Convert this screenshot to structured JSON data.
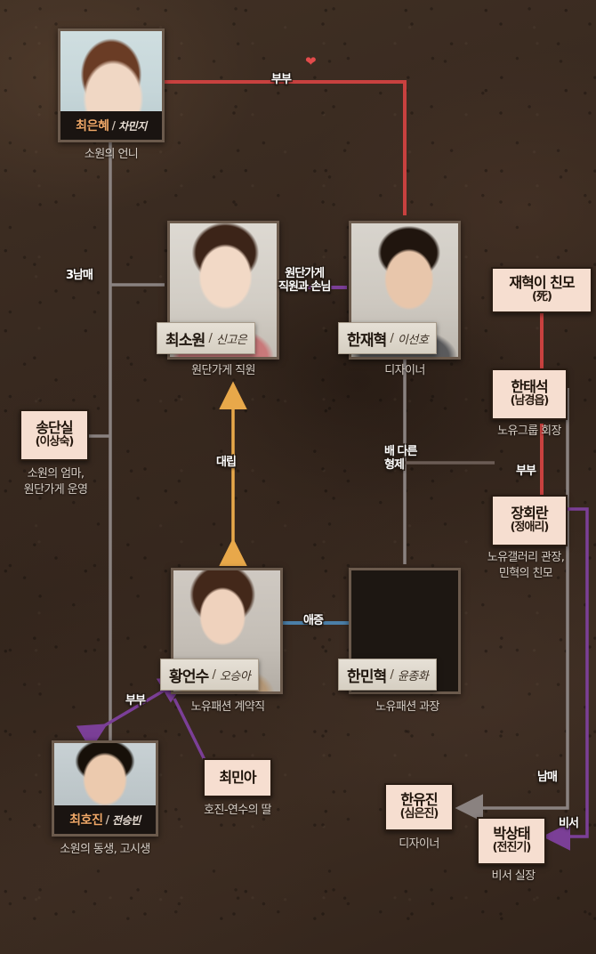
{
  "palette": {
    "background": "#3a2a20",
    "line_red": "#c8413f",
    "line_gray": "#8a8280",
    "line_orange": "#e8a84a",
    "line_purple": "#7b3f97",
    "line_blue": "#4b7fa8",
    "box_fill": "#f6ded0",
    "box_border": "#2a1d14",
    "nameplate_beige": "#e6e0d6",
    "nameplate_dark": "#1a1411",
    "name_orange": "#f0a868",
    "caption_text": "#d8cfc6",
    "heart": "#e34b4b"
  },
  "photo_cards": [
    {
      "id": "choi-eunhye",
      "name": "최은혜",
      "separator": "/",
      "actor": "차민지",
      "caption": "소원의 언니",
      "plate_style": "dark"
    },
    {
      "id": "choi-sowon",
      "name": "최소원",
      "separator": "/",
      "actor": "신고은",
      "caption": "원단가게 직원",
      "plate_style": "beige"
    },
    {
      "id": "han-jaehyuk",
      "name": "한재혁",
      "separator": "/",
      "actor": "이선호",
      "caption": "디자이너",
      "plate_style": "beige"
    },
    {
      "id": "hwang-yeonsu",
      "name": "황언수",
      "separator": "/",
      "actor": "오승아",
      "caption": "노유패션 계약직",
      "plate_style": "beige"
    },
    {
      "id": "han-minhyuk",
      "name": "한민혁",
      "separator": "/",
      "actor": "윤종화",
      "caption": "노유패션 과장",
      "plate_style": "beige"
    },
    {
      "id": "choi-hojin",
      "name": "최호진",
      "separator": "/",
      "actor": "전승빈",
      "caption": "소원의 동생, 고시생",
      "plate_style": "dark"
    }
  ],
  "text_boxes": [
    {
      "id": "song-dansil",
      "name": "송단실",
      "actor": "(이상숙)",
      "caption": "소원의 엄마,\n원단가게 운영"
    },
    {
      "id": "jaehyuk-mother",
      "name": "재혁이 친모",
      "actor": "(死)",
      "caption": ""
    },
    {
      "id": "han-taeseok",
      "name": "한태석",
      "actor": "(남경읍)",
      "caption": "노유그룹 회장"
    },
    {
      "id": "jang-hwaran",
      "name": "장회란",
      "actor": "(정애리)",
      "caption": "노유갤러리 관장,\n민혁의 친모"
    },
    {
      "id": "choi-mina",
      "name": "최민아",
      "actor": "",
      "caption": "호진-연수의 딸"
    },
    {
      "id": "han-yujin",
      "name": "한유진",
      "actor": "(심은진)",
      "caption": "디자이너"
    },
    {
      "id": "park-sangtae",
      "name": "박상태",
      "actor": "(전진기)",
      "caption": "비서 실장"
    }
  ],
  "relations": [
    {
      "id": "eunhye-jaehyuk",
      "label": "부부",
      "color": "#c8413f",
      "icon": "heart-icon"
    },
    {
      "id": "siblings-3",
      "label": "3남매",
      "color": "#8a8280",
      "icon": ""
    },
    {
      "id": "fabric-shop",
      "label": "원단가게\n직원과 손님",
      "color": "#7b3f97",
      "icon": ""
    },
    {
      "id": "conflict",
      "label": "대립",
      "color": "#e8a84a",
      "icon": ""
    },
    {
      "id": "half-brothers",
      "label": "배 다른\n형제",
      "color": "#8a8280",
      "icon": ""
    },
    {
      "id": "taeseok-hwaran",
      "label": "부부",
      "color": "#c8413f",
      "icon": ""
    },
    {
      "id": "love-hate",
      "label": "애증",
      "color": "#4b7fa8",
      "icon": ""
    },
    {
      "id": "hojin-yeonsu",
      "label": "부부",
      "color": "#7b3f97",
      "icon": ""
    },
    {
      "id": "brother-sister",
      "label": "남매",
      "color": "#8a8280",
      "icon": ""
    },
    {
      "id": "secretary",
      "label": "비서",
      "color": "#7b3f97",
      "icon": ""
    }
  ]
}
